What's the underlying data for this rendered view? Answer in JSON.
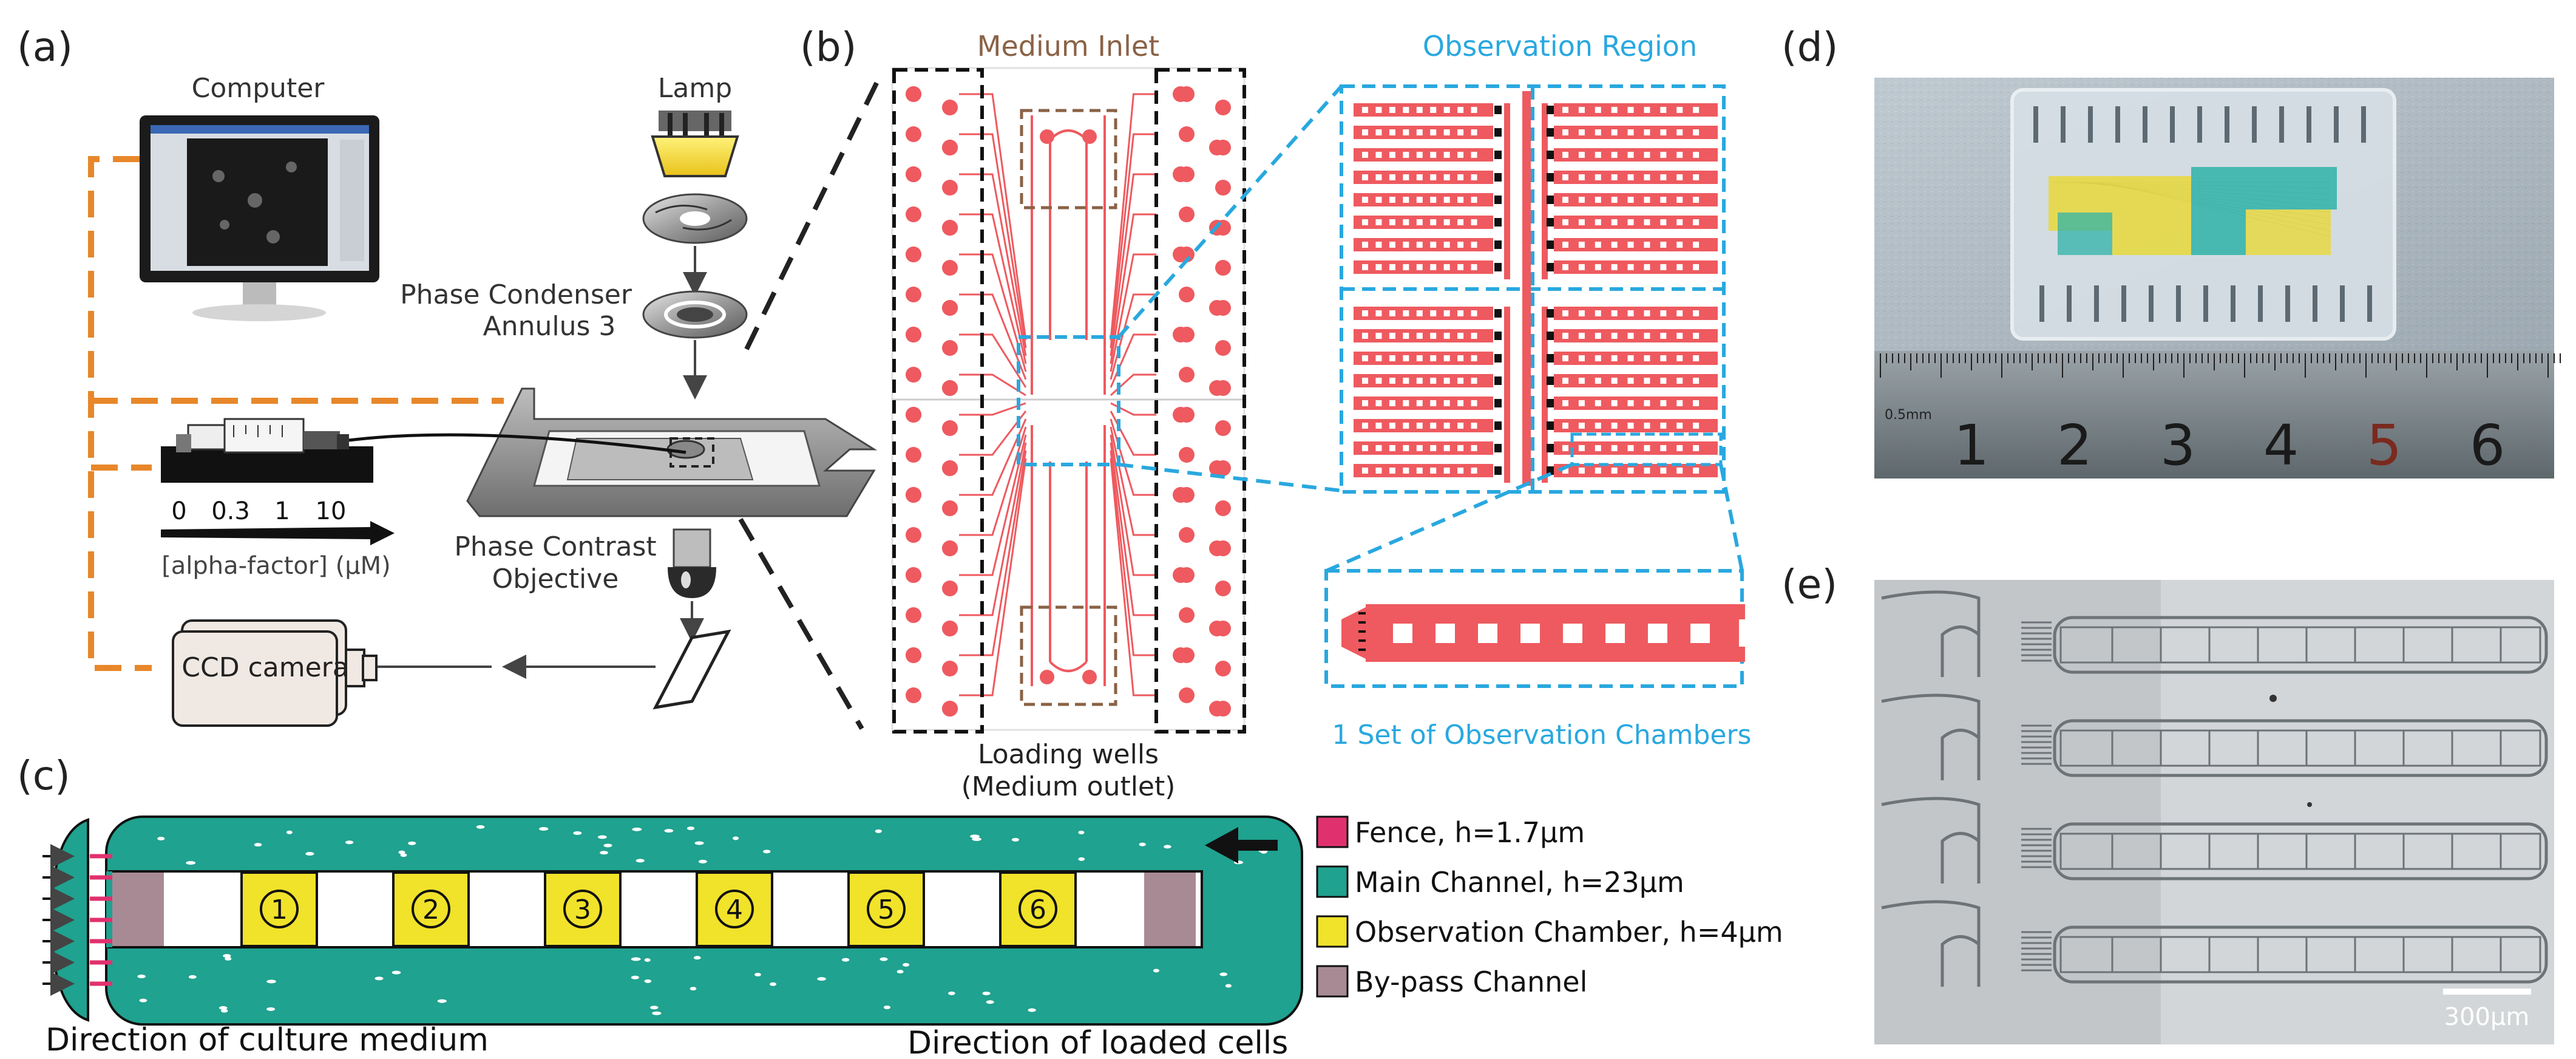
{
  "panel_labels": [
    "(a)",
    "(b)",
    "(c)",
    "(d)",
    "(e)"
  ],
  "panel_a": {
    "computer": "Computer",
    "lamp": "Lamp",
    "condenser_line1": "Phase Condenser",
    "condenser_line2": "Annulus 3",
    "objective_line1": "Phase Contrast",
    "objective_line2": "Objective",
    "camera": "CCD camera",
    "pump_scale": [
      "0",
      "0.3",
      "1",
      "10"
    ],
    "concentration": "[alpha-factor] (µM)"
  },
  "panel_b": {
    "medium_inlet": "Medium Inlet",
    "observation_region": "Observation Region",
    "loading_line1": "Loading wells",
    "loading_line2": "(Medium outlet)",
    "one_set": "1 Set of Observation Chambers"
  },
  "panel_c": {
    "chambers": [
      "1",
      "2",
      "3",
      "4",
      "5",
      "6"
    ],
    "direction_medium": "Direction of culture medium",
    "direction_cells": "Direction of loaded cells",
    "legend": [
      {
        "label": "Fence, h=1.7µm",
        "color": "#e0316e"
      },
      {
        "label": "Main Channel, h=23µm",
        "color": "#1fa28f"
      },
      {
        "label": "Observation Chamber, h=4µm",
        "color": "#f1e22a"
      },
      {
        "label": "By-pass Channel",
        "color": "#a88a95"
      }
    ]
  },
  "panel_d": {
    "ruler_numbers": [
      "1",
      "2",
      "3",
      "4",
      "5",
      "6"
    ],
    "ruler_unit": "0.5mm"
  },
  "panel_e": {
    "scale_bar": "300μm"
  },
  "colors": {
    "orange_dashed": "#e8872a",
    "blue_dashed": "#29a8df",
    "chip_red": "#ee5a5f",
    "medium_brown": "#8a6246",
    "teal": "#1fa28f",
    "yellow": "#f1e22a",
    "fence": "#e0316e",
    "bypass": "#a88a95"
  }
}
